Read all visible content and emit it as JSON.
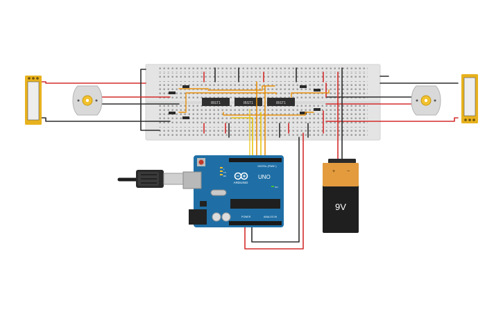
{
  "arduino": {
    "brand": "ARDUINO",
    "model": "UNO",
    "header_digital": "DIGITAL (PWM~)",
    "header_power": "POWER",
    "header_analog": "ANALOG IN",
    "tx": "TX",
    "rx": "RX",
    "l_led": "L",
    "on_led": "ON"
  },
  "battery": {
    "voltage": "9V",
    "plus": "+",
    "minus": "−"
  },
  "chips": [
    {
      "label": "IBST1"
    },
    {
      "label": "IBST1"
    },
    {
      "label": "IBST1"
    }
  ],
  "colors": {
    "wire_red": "#d42b2b",
    "wire_black": "#2b2b2b",
    "wire_orange": "#e8900b",
    "wire_yellow": "#e8c40b",
    "board_blue": "#1f6fa6",
    "breadboard": "#e4e4e4",
    "battery_orange": "#e39b3e",
    "panel_yellow": "#e8b21e"
  }
}
